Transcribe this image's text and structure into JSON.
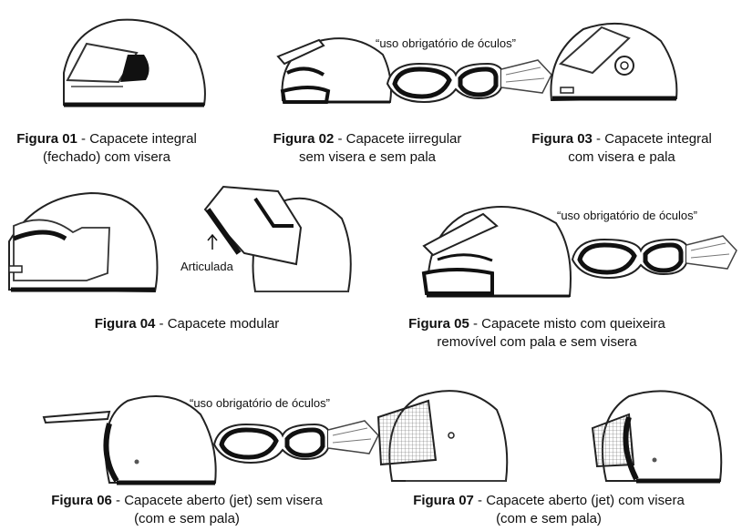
{
  "figures": [
    {
      "id": "fig01",
      "label": "Figura 01",
      "text": " - Capacete integral",
      "line2": "(fechado) com visera"
    },
    {
      "id": "fig02",
      "label": "Figura 02",
      "text": " - Capacete iirregular",
      "line2": "sem visera e sem pala"
    },
    {
      "id": "fig03",
      "label": "Figura 03",
      "text": " - Capacete integral",
      "line2": "com visera e pala"
    },
    {
      "id": "fig04",
      "label": "Figura 04",
      "text": " - Capacete modular",
      "line2": ""
    },
    {
      "id": "fig05",
      "label": "Figura 05",
      "text": " - Capacete misto com queixeira",
      "line2": "removível com pala e sem visera"
    },
    {
      "id": "fig06",
      "label": "Figura 06",
      "text": " - Capacete aberto (jet) sem visera",
      "line2": "(com e sem pala)"
    },
    {
      "id": "fig07",
      "label": "Figura 07",
      "text": " - Capacete aberto (jet) com visera",
      "line2": "(com e sem pala)"
    }
  ],
  "notes": {
    "goggles_fig02": "“uso obrigatório de óculos”",
    "goggles_fig05": "“uso obrigatório de óculos”",
    "goggles_fig06": "“uso obrigatório de óculos”"
  },
  "labels": {
    "articulada": "Articulada"
  }
}
